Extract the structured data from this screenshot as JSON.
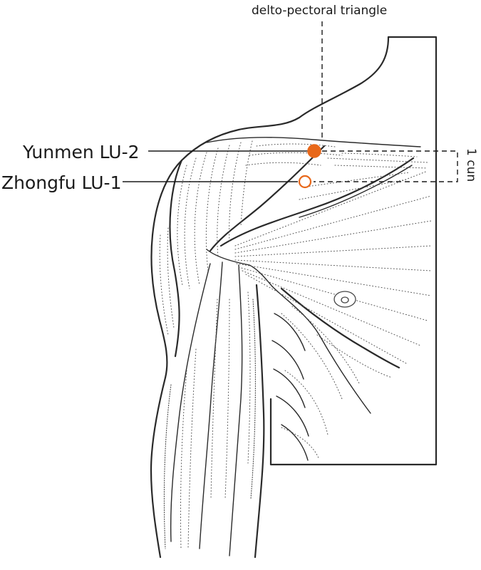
{
  "labels": {
    "top": "delto-pectoral triangle",
    "point1": "Yunmen LU-2",
    "point2": "Zhongfu LU-1",
    "measure": "1 cun"
  },
  "points": [
    {
      "name": "Yunmen LU-2",
      "style": "filled"
    },
    {
      "name": "Zhongfu LU-1",
      "style": "hollow"
    }
  ],
  "colors": {
    "point": "#e8681a",
    "ink": "#1a1a1a"
  }
}
